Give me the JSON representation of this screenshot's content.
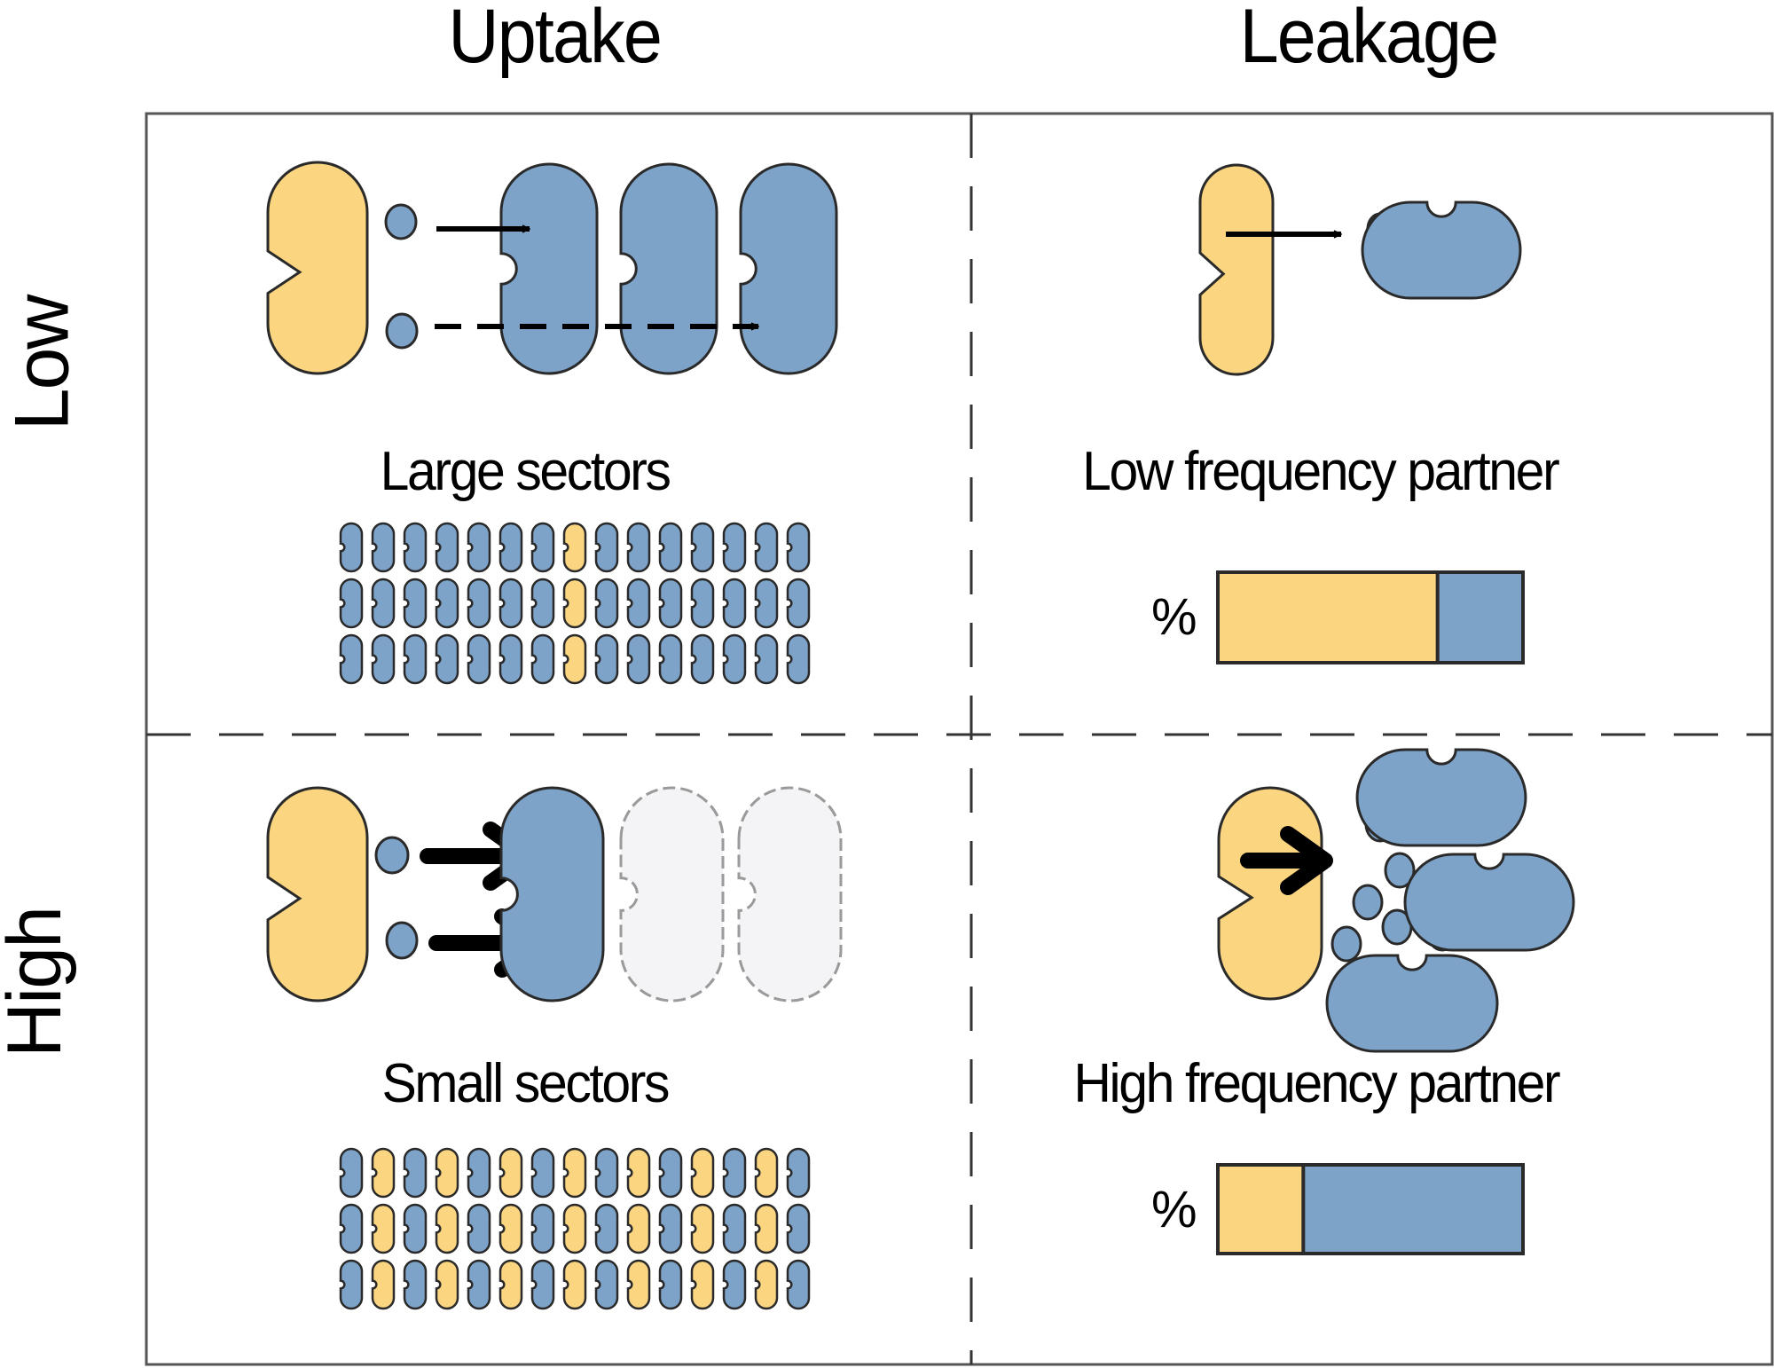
{
  "columns": [
    {
      "label": "Uptake"
    },
    {
      "label": "Leakage"
    }
  ],
  "rows": [
    {
      "label": "Low"
    },
    {
      "label": "High"
    }
  ],
  "panels": {
    "low_uptake": {
      "caption": "Large sectors",
      "grid": {
        "rows": 3,
        "cols": 15,
        "pattern": [
          "BBBBBBBYBBBBBBB",
          "BBBBBBBYBBBBBBB",
          "BBBBBBBYBBBBBBB"
        ]
      },
      "scene": {
        "arrows": [
          "short-solid",
          "long-dashed"
        ],
        "receivers": 3,
        "receivers_faded": 0
      }
    },
    "low_leakage": {
      "caption": "Low frequency partner",
      "percent_symbol": "%",
      "bar": {
        "yellow_fraction": 0.72,
        "blue_fraction": 0.28,
        "note": "estimated from bar fill; no values shown on figure"
      },
      "scene": {
        "molecules": 1,
        "receivers": 1,
        "arrow": "thin"
      }
    },
    "high_uptake": {
      "caption": "Small sectors",
      "grid": {
        "rows": 3,
        "cols": 15,
        "pattern": [
          "BYBYBYBYBYBYBYB",
          "BYBYBYBYBYBYBYB",
          "BYBYBYBYBYBYBYB"
        ]
      },
      "scene": {
        "arrows": [
          "thick",
          "thick"
        ],
        "receivers": 1,
        "receivers_faded": 2
      }
    },
    "high_leakage": {
      "caption": "High frequency partner",
      "percent_symbol": "%",
      "bar": {
        "yellow_fraction": 0.28,
        "blue_fraction": 0.72,
        "note": "estimated from bar fill; no values shown on figure"
      },
      "scene": {
        "molecules": 7,
        "receivers": 3,
        "arrow": "thick"
      }
    }
  },
  "colors": {
    "yellow": "#fbd57f",
    "blue": "#7ea3c9",
    "outline": "#2a2a2a",
    "faded_fill": "#f4f4f6",
    "faded_outline": "#9a9a9a"
  }
}
